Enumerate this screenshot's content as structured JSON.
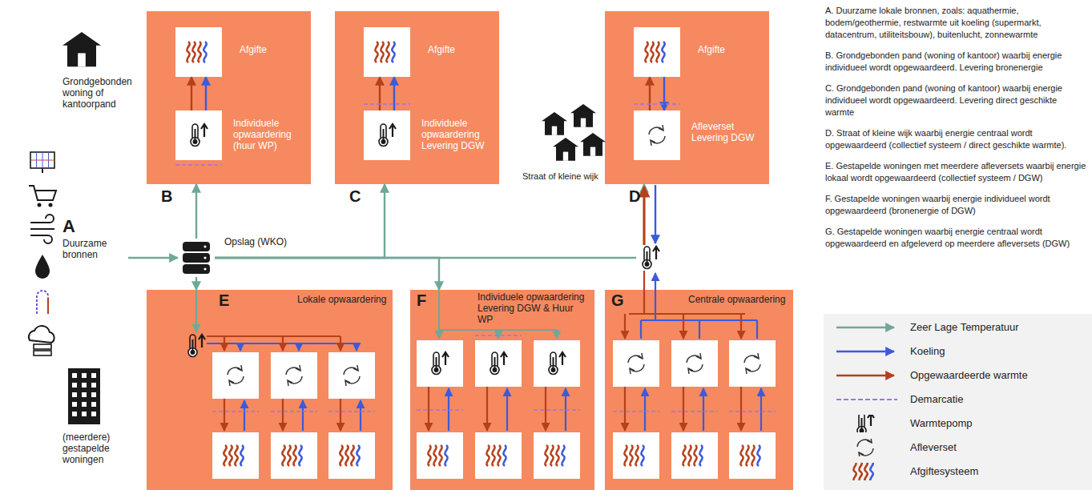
{
  "diagram": {
    "nodes": [
      {
        "text": [
          "B"
        ]
      },
      {
        "text": [
          "Afgifte"
        ],
        "in": 0
      },
      {
        "text": [
          "Individuele opwaardering (huur WP)"
        ],
        "in": 0
      },
      {
        "text": [
          "C"
        ]
      },
      {
        "text": [
          "Afgifte"
        ],
        "in": 3
      },
      {
        "text": [
          "Individuele opwaardering Levering DGW"
        ],
        "in": 3
      },
      {
        "text": [
          "D"
        ]
      },
      {
        "text": [
          "Afgifte"
        ],
        "in": 6
      },
      {
        "text": [
          "Afleverset Levering DGW"
        ],
        "in": 6
      },
      {
        "text": [
          "A",
          "Duurzame bronnen"
        ]
      },
      {
        "text": [
          "Opslag (WKO)"
        ]
      },
      {
        "text": [
          "E",
          "Lokale opwaardering"
        ]
      },
      {
        "text": [
          "F",
          "Individuele opwaardering Levering DGW & Huur WP"
        ]
      },
      {
        "text": [
          "G",
          "Centrale opwaardering"
        ]
      }
    ],
    "edges": [
      {
        "from": 9,
        "to": 10,
        "arrow": "to"
      },
      {
        "from": 10,
        "to": 0,
        "arrow": "to"
      },
      {
        "from": 10,
        "to": 3,
        "arrow": "to"
      },
      {
        "from": 10,
        "to": 6,
        "arrow": "to"
      },
      {
        "from": 10,
        "to": 11,
        "arrow": "to"
      },
      {
        "from": 10,
        "to": 12,
        "arrow": "to"
      },
      {
        "from": 2,
        "to": 1,
        "arrow": "to"
      },
      {
        "from": 2,
        "to": 1,
        "arrow": "to"
      },
      {
        "from": 5,
        "to": 4,
        "arrow": "to"
      },
      {
        "from": 5,
        "to": 4,
        "arrow": "to"
      },
      {
        "from": 8,
        "to": 7,
        "arrow": "to"
      },
      {
        "from": 7,
        "to": 8,
        "arrow": "to"
      }
    ],
    "labels": [
      "Grondgebonden woning of kantoorpand",
      "Straat of kleine wijk",
      "(meerdere) gestapelde woningen",
      "A. Duurzame lokale bronnen, zoals: aquathermie, bodem/geothermie, restwarmte uit koeling (supermarkt, datacentrum, utiliteitsbouw), buitenlucht, zonnewarmte",
      "B. Grondgebonden pand (woning of kantoor) waarbij energie individueel wordt opgewaardeerd. Levering bronenergie",
      "C. Grondgebonden pand (woning of kantoor) waarbij energie individueel wordt opgewaardeerd. Levering direct geschikte warmte",
      "D. Straat of kleine wijk waarbij energie centraal wordt opgewaardeerd (collectief systeem / direct geschikte warmte).",
      "E. Gestapelde woningen met meerdere afleversets waarbij energie lokaal wordt opgewaardeerd (collectief systeem / DGW)",
      "F. Gestapelde woningen waarbij energie individueel wordt opgewaardeerd (bronenergie of DGW)",
      "G. Gestapelde woningen waarbij energie centraal wordt opgewaardeerd en afgeleverd op meerdere afleversets (DGW)"
    ],
    "legend": [
      {
        "text": "Zeer Lage Temperatuur"
      },
      {
        "text": "Koeling"
      },
      {
        "text": "Opgewaardeerde warmte"
      },
      {
        "text": "Demarcatie"
      },
      {
        "text": "Warmtepomp"
      },
      {
        "text": "Afleverset"
      },
      {
        "text": "Afgiftesysteem"
      }
    ]
  }
}
